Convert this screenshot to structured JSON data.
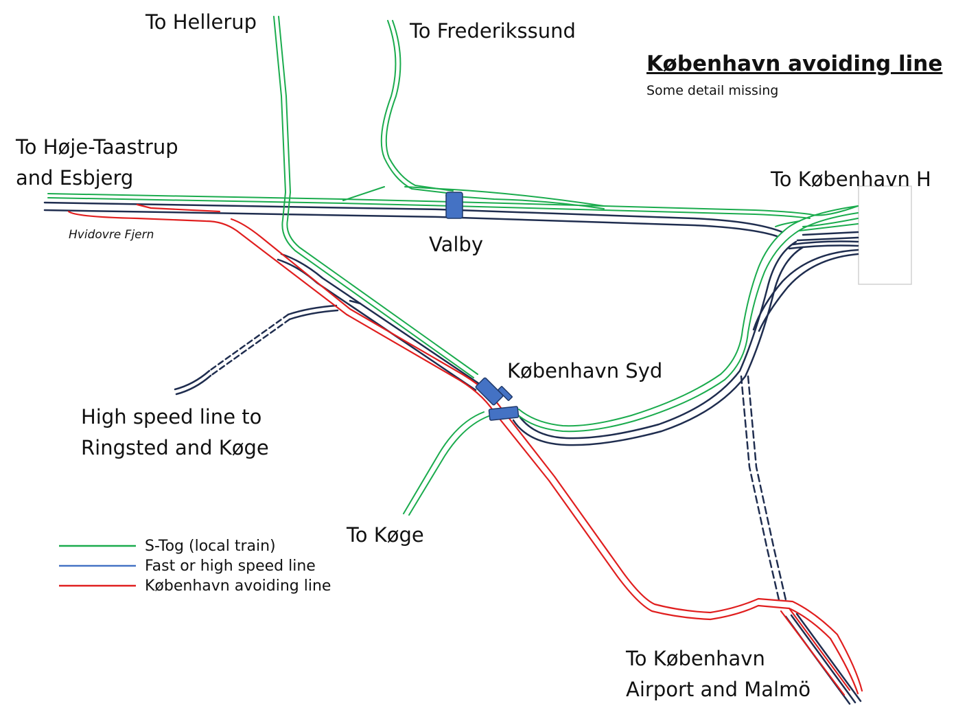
{
  "title": "København avoiding line",
  "subtitle": "Some detail missing",
  "labels": {
    "hellerup": "To Hellerup",
    "frederikssund": "To Frederikssund",
    "hoje_taastrup_1": "To Høje-Taastrup",
    "hoje_taastrup_2": "and Esbjerg",
    "kobenhavn_h": "To København H",
    "hvidovre": "Hvidovre Fjern",
    "valby": "Valby",
    "kobenhavn_syd": "København Syd",
    "high_speed_1": "High speed line to",
    "high_speed_2": "Ringsted and Køge",
    "koge": "To Køge",
    "airport_1": "To København",
    "airport_2": "Airport and Malmö"
  },
  "legend": [
    {
      "label": "S-Tog (local train)",
      "color": "#1aab4d"
    },
    {
      "label": "Fast or high speed line",
      "color": "#4472c4"
    },
    {
      "label": "København avoiding line",
      "color": "#e01e1e"
    }
  ],
  "colors": {
    "s_tog": "#1aab4d",
    "fast_line": "#1f2d4f",
    "avoiding_line": "#e01e1e",
    "station": "#4472c4"
  }
}
